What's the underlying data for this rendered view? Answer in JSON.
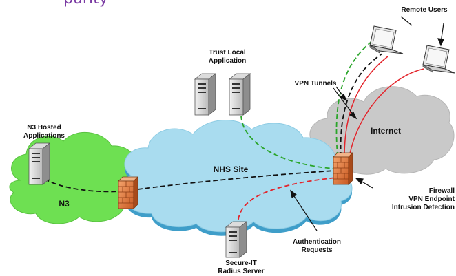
{
  "title_fragment": "purity",
  "labels": {
    "remote_users": "Remote Users",
    "trust_local_app": "Trust Local\nApplication",
    "vpn_tunnels": "VPN Tunnels",
    "internet": "Internet",
    "n3_hosted": "N3 Hosted\nApplications",
    "nhs_site": "NHS Site",
    "n3": "N3",
    "firewall": "Firewall\nVPN Endpoint\nIntrusion Detection",
    "auth_requests": "Authentication\nRequests",
    "secure_it": "Secure-IT\nRadius Server"
  },
  "colors": {
    "nhs_cloud": "#a9dcef",
    "n3_cloud": "#6ee052",
    "internet_cloud": "#c9c9c9",
    "firewall": "#e07a3b",
    "tunnel_red": "#e3242b",
    "tunnel_green": "#2aa52a",
    "tunnel_black": "#111111",
    "title": "#7a3aa3"
  },
  "icons": [
    "server-icon",
    "laptop-icon",
    "firewall-icon",
    "cloud-shape"
  ]
}
